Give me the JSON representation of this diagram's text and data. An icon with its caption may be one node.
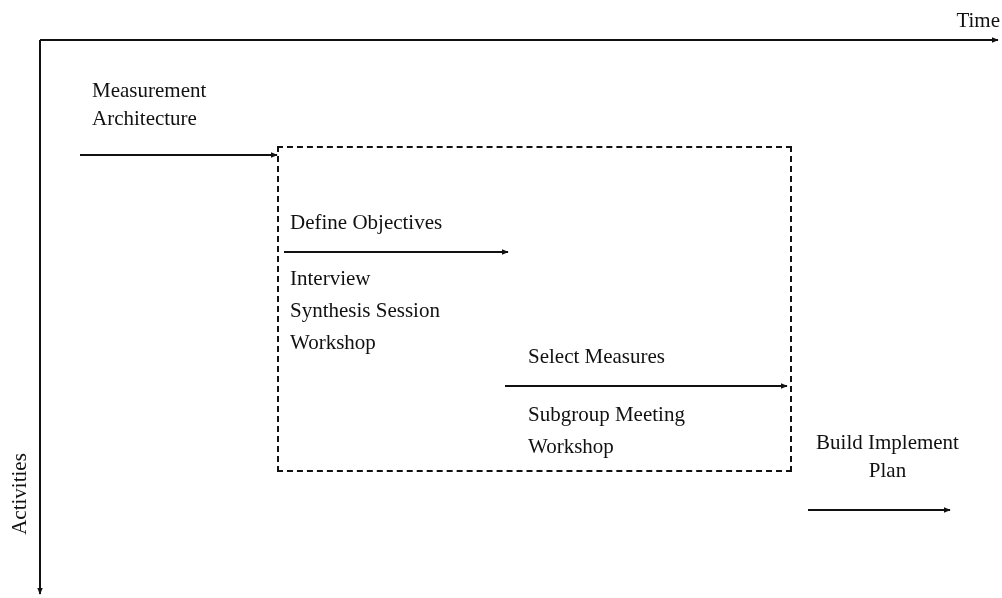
{
  "diagram": {
    "nodes": [
      {
        "text": [
          "Measurement Architecture"
        ]
      },
      {
        "text": [],
        "shape": "box"
      }
    ],
    "edges": [
      {
        "from": 0,
        "to": 1,
        "arrow": "to"
      }
    ],
    "labels": [
      "Time",
      "Define Objectives",
      "Interview",
      "Synthesis Session",
      "Workshop",
      "Select Measures",
      "Subgroup Meeting",
      "Workshop",
      "Build Implement Plan",
      "Activities"
    ]
  }
}
